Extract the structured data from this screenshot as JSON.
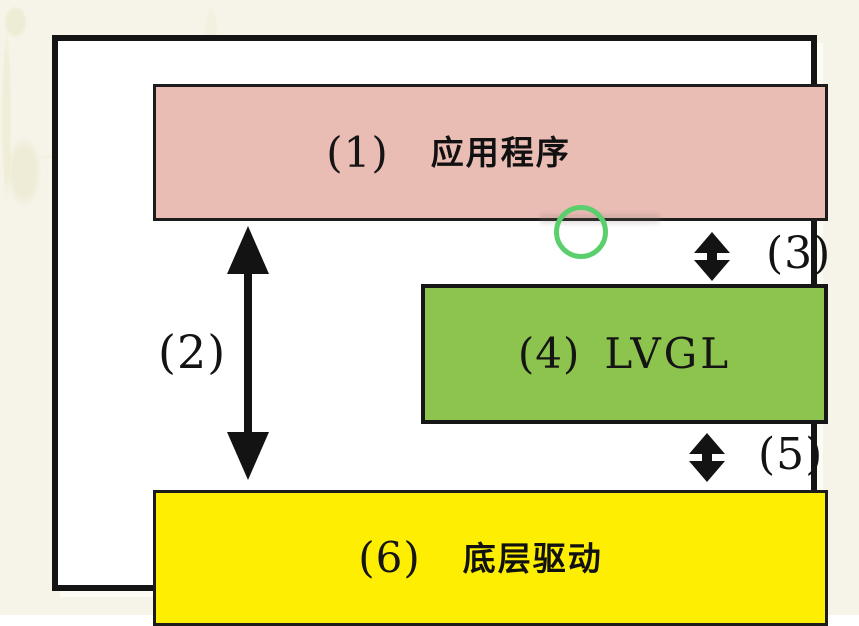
{
  "canvas": {
    "background_color": "#f6f4e9",
    "frame_fill": "#ffffff",
    "frame_border_color": "#141414"
  },
  "boxes": {
    "application": {
      "number": "(1)",
      "label": "应用程序",
      "fill": "#e9bcb4"
    },
    "lvgl": {
      "number": "(4)",
      "label": "LVGL",
      "fill": "#8cc44d"
    },
    "driver": {
      "number": "(6)",
      "label": "底层驱动",
      "fill": "#fdee02"
    }
  },
  "arrows": {
    "app_driver": {
      "label": "(2)",
      "color": "#131313"
    },
    "app_lvgl": {
      "label": "(3)",
      "color": "#131313"
    },
    "lvgl_driver": {
      "label": "(5)",
      "color": "#131313"
    }
  },
  "annotation": {
    "circle_color": "#5bcf6d"
  }
}
